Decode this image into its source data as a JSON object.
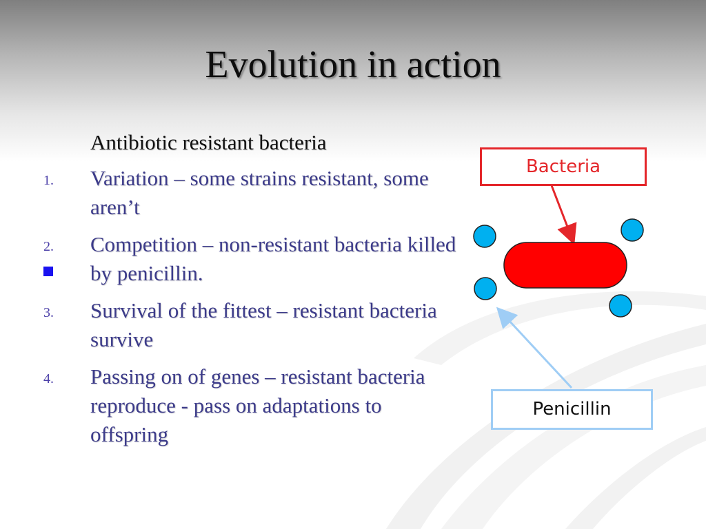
{
  "slide": {
    "title": "Evolution in action",
    "intro": "Antibiotic resistant bacteria",
    "items": [
      {
        "marker": "1.",
        "text": "Variation – some strains resistant, some aren’t"
      },
      {
        "marker": "2.",
        "text": "Competition – non-resistant bacteria killed by penicillin."
      },
      {
        "marker": "3.",
        "text": "Survival of the fittest – resistant bacteria survive"
      },
      {
        "marker": "4.",
        "text": "Passing on of genes – resistant bacteria reproduce - pass on adaptations to offspring"
      }
    ]
  },
  "diagram": {
    "bacteria_label": "Bacteria",
    "penicillin_label": "Penicillin"
  },
  "colors": {
    "bacterium_fill": "#ff0000",
    "penicillin_fill": "#00b0f0",
    "bacteria_arrow": "#e4262a",
    "penicillin_arrow": "#9fcdf5",
    "bullet": "#1a12f0",
    "list_text": "#3c3b8a"
  }
}
